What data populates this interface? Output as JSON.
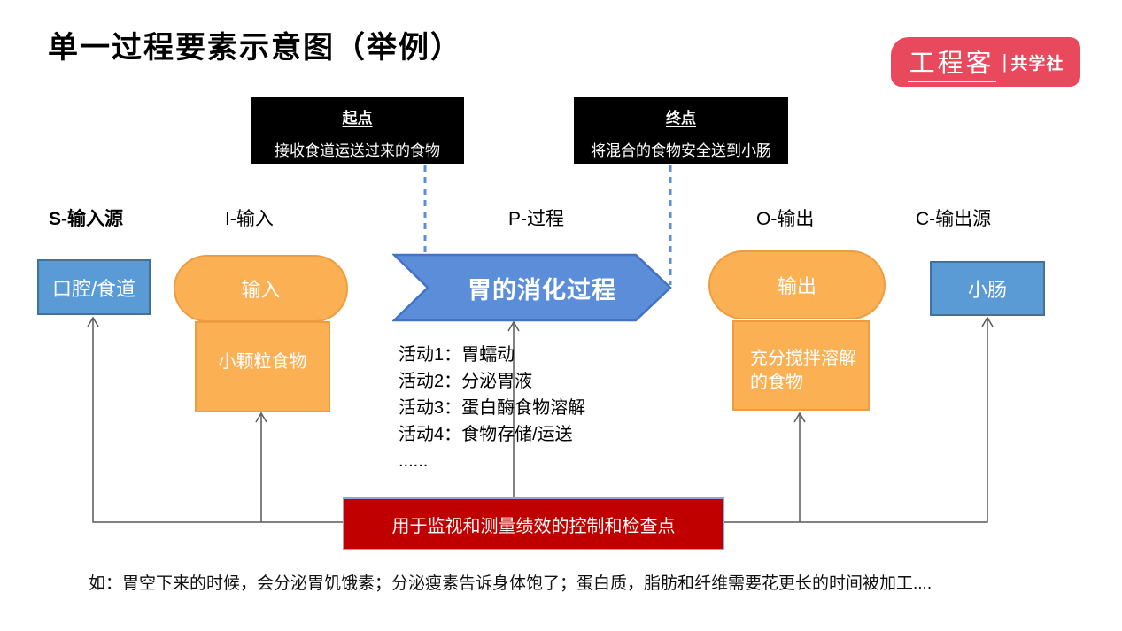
{
  "title": "单一过程要素示意图（举例）",
  "badge": {
    "name_left": "工程客",
    "separator": "|",
    "name_right": "共学社"
  },
  "endpoints": {
    "start": {
      "heading": "起点",
      "description": "接收食道运送过来的食物"
    },
    "end": {
      "heading": "终点",
      "description": "将混合的食物安全送到小肠"
    }
  },
  "column_labels": {
    "source": "S-输入源",
    "input": "I-输入",
    "process": "P-过程",
    "output": "O-输出",
    "customer": "C-输出源"
  },
  "nodes": {
    "source_box": "口腔/食道",
    "input_pill": "输入",
    "input_item": "小颗粒食物",
    "process_arrow": "胃的消化过程",
    "output_pill": "输出",
    "output_item": "充分搅拌溶解的食物",
    "customer_box": "小肠"
  },
  "activities": [
    "活动1：胃蠕动",
    "活动2：分泌胃液",
    "活动3：蛋白酶食物溶解",
    "活动4：食物存储/运送",
    "......"
  ],
  "control_point": "用于监视和测量绩效的控制和检查点",
  "footnote": "如：胃空下来的时候，会分泌胃饥饿素；分泌瘦素告诉身体饱了；蛋白质，脂肪和纤维需要花更长的时间被加工....",
  "colors": {
    "badge_red": "#E8495C",
    "box_blue": "#5B9BD5",
    "box_blue_border": "#41719C",
    "shape_orange": "#FBB054",
    "shape_orange_border": "#ED9D3F",
    "process_blue": "#5B8DD9",
    "control_red": "#C00000",
    "control_border": "#95A3D6",
    "dashed_blue": "#5B8DD9",
    "connector_gray": "#595959"
  }
}
